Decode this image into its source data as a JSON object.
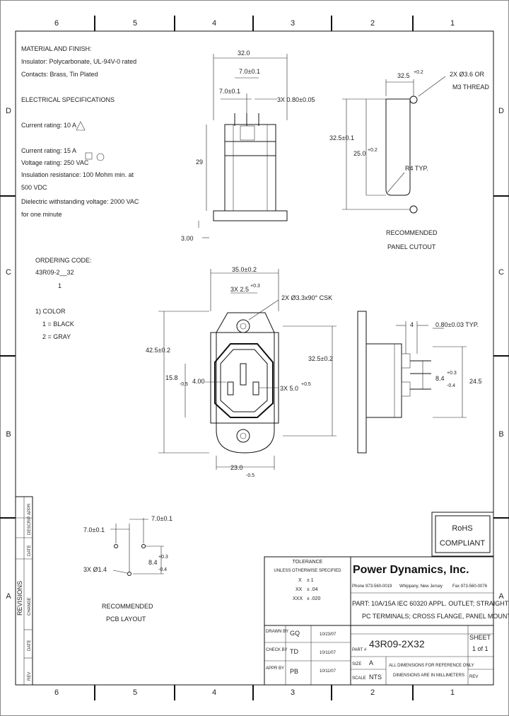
{
  "zones": {
    "columns": [
      "6",
      "5",
      "4",
      "3",
      "2",
      "1"
    ],
    "rows": [
      "D",
      "C",
      "B",
      "A"
    ]
  },
  "notes": {
    "material_heading": "MATERIAL AND FINISH:",
    "insulator": "Insulator: Polycarbonate, UL-94V-0 rated",
    "contacts": "Contacts: Brass, Tin Plated",
    "electrical_heading": "ELECTRICAL SPECIFICATIONS",
    "current_rating_1": "Current rating: 10 A",
    "current_rating_2": "Current rating: 15 A",
    "voltage_rating": "Voltage rating: 250 VAC",
    "insulation_1": "Insulation resistance: 100 Mohm min. at",
    "insulation_2": "500 VDC",
    "dielectric_1": "Dielectric withstanding voltage: 2000 VAC",
    "dielectric_2": "for one minute"
  },
  "ordering": {
    "heading": "ORDERING CODE:",
    "code": "43R09-2__32",
    "code_index": "1",
    "color_heading": "1) COLOR",
    "color_1": "1 = BLACK",
    "color_2": "2 = GRAY"
  },
  "dimensions": {
    "top_width": "32.0",
    "top_pitch": "7.0±0.1",
    "top_pitch_2": "7.0±0.1",
    "pin_size": "3X 0.80±0.05",
    "height_29": "29",
    "flange_3": "3.00",
    "cutout_w_main": "32.5",
    "cutout_w_tol": "+0.2",
    "hole_spec_1": "2X Ø3.6 OR",
    "hole_spec_2": "M3 THREAD",
    "cutout_h": "32.5±0.1",
    "cutout_h2_main": "25.0",
    "cutout_h2_tol": "+0.2",
    "radius": "R4 TYP.",
    "cutout_label_1": "RECOMMENDED",
    "cutout_label_2": "PANEL CUTOUT",
    "front_width": "35.0±0.2",
    "front_pitch_main": "3X 2.5",
    "front_pitch_tol": "+0.3",
    "csk": "2X Ø3.3x90° CSK",
    "front_height": "42.5±0.2",
    "hole_pitch": "32.5±0.2",
    "body_15_8_main": "15.8",
    "body_15_8_tol": "-0.5",
    "blade_4": "4.00",
    "blade_5_main": "3X 5.0",
    "blade_5_tol": "+0.5",
    "bottom_width_main": "23.0",
    "bottom_width_tol": "-0.5",
    "side_4": "4",
    "side_pin": "0.80±0.03 TYP.",
    "side_8_4_main": "8.4",
    "side_8_4_tol_plus": "+0.3",
    "side_8_4_tol_minus": "-0.4",
    "side_24_5": "24.5",
    "pcb_pitch_x": "7.0±0.1",
    "pcb_pitch_y": "7.0±0.1",
    "pcb_hole": "3X Ø1.4",
    "pcb_8_4_main": "8.4",
    "pcb_8_4_plus": "+0.3",
    "pcb_8_4_minus": "-0.4",
    "pcb_label_1": "RECOMMENDED",
    "pcb_label_2": "PCB LAYOUT"
  },
  "rohs": {
    "line1": "RoHS",
    "line2": "COMPLIANT"
  },
  "revisions": {
    "title": "REVISIONS",
    "change": "CHANGE",
    "date": "DATE",
    "rev": "REV",
    "appr": "APPR",
    "descrip": "DESCRIP",
    "date2": "DATE"
  },
  "tolerance": {
    "heading": "TOLERANCE",
    "sub": "UNLESS OTHERWISE SPECIFIED",
    "x_label": "X",
    "x_val": "± 1",
    "xx_label": "XX",
    "xx_val": "± .04",
    "xxx_label": "XXX",
    "xxx_val": "± .020"
  },
  "title_block": {
    "company": "Power Dynamics, Inc.",
    "phone": "Phone 973-560-0019",
    "location": "Whippany, New Jersey",
    "fax": "Fax 973-560-0076",
    "part_line1": "PART: 10A/15A IEC 60320 APPL. OUTLET; STRAIGHT",
    "part_line2": "PC TERMINALS; CROSS FLANGE, PANEL MOUNT",
    "drawn_label": "DRAWN BY",
    "drawn_by": "GQ",
    "drawn_date": "10/23/07",
    "check_label": "CHECK BY",
    "check_by": "TD",
    "check_date": "10/11/07",
    "appr_label": "APPR BY",
    "appr_by": "PB",
    "appr_date": "10/11/07",
    "part_no_label": "PART #",
    "part_no": "43R09-2X32",
    "sheet_label": "SHEET",
    "sheet_value": "1 of 1",
    "size_label": "SIZE",
    "size_value": "A",
    "scale_label": "SCALE",
    "scale_value": "NTS",
    "note_1": "ALL DIMENSIONS FOR REFERENCE ONLY",
    "note_2": "DIMENSIONS ARE IN MILLIMETERS",
    "rev_label": "REV"
  }
}
